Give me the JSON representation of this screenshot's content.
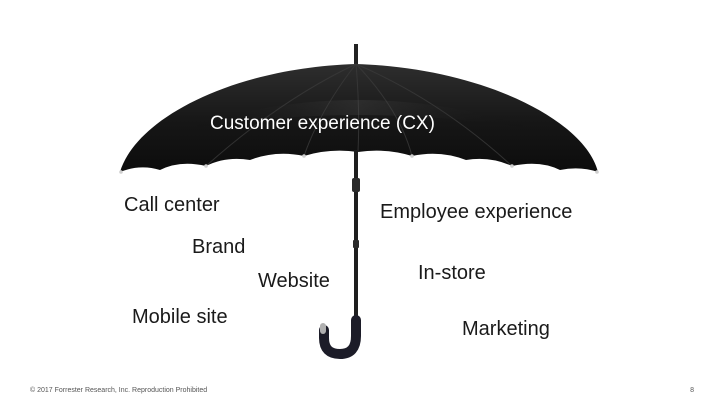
{
  "umbrella": {
    "title": "Customer experience (CX)"
  },
  "labels": {
    "call_center": "Call center",
    "employee_experience": "Employee experience",
    "brand": "Brand",
    "website": "Website",
    "in_store": "In-store",
    "mobile_site": "Mobile site",
    "marketing": "Marketing"
  },
  "footer": {
    "copyright": "© 2017 Forrester Research, Inc. Reproduction Prohibited",
    "page_number": "8"
  },
  "colors": {
    "canopy": "#141414",
    "canopy_highlight": "#3a3a3a",
    "handle": "#1c1c28",
    "text": "#1a1a1a",
    "title_text": "#ffffff"
  }
}
